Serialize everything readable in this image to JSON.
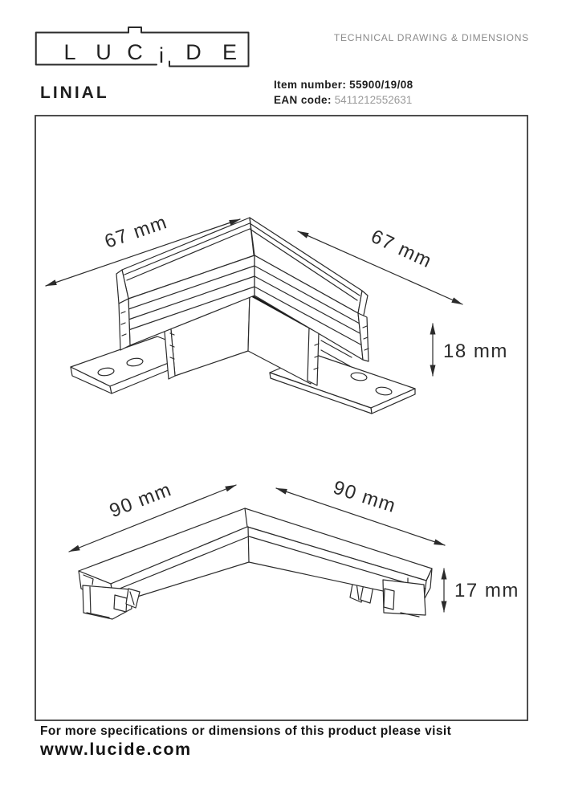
{
  "header": {
    "logo_letters": [
      "L",
      "U",
      "C",
      "i",
      "D",
      "E"
    ],
    "doc_type": "TECHNICAL DRAWING & DIMENSIONS",
    "product_name": "LINIAL",
    "item_number_label": "Item number:",
    "item_number_value": "55900/19/08",
    "ean_label": "EAN code:",
    "ean_value": "5411212552631"
  },
  "drawings": {
    "connector": {
      "dim_left": "67 mm",
      "dim_right": "67 mm",
      "dim_height": "18 mm"
    },
    "cover": {
      "dim_left": "90 mm",
      "dim_right": "90 mm",
      "dim_height": "17 mm"
    }
  },
  "footer": {
    "line1": "For more specifications or dimensions of this product please visit",
    "website": "www.lucide.com"
  },
  "colors": {
    "line": "#2b2b2b",
    "muted_text": "#8a8a8a"
  }
}
